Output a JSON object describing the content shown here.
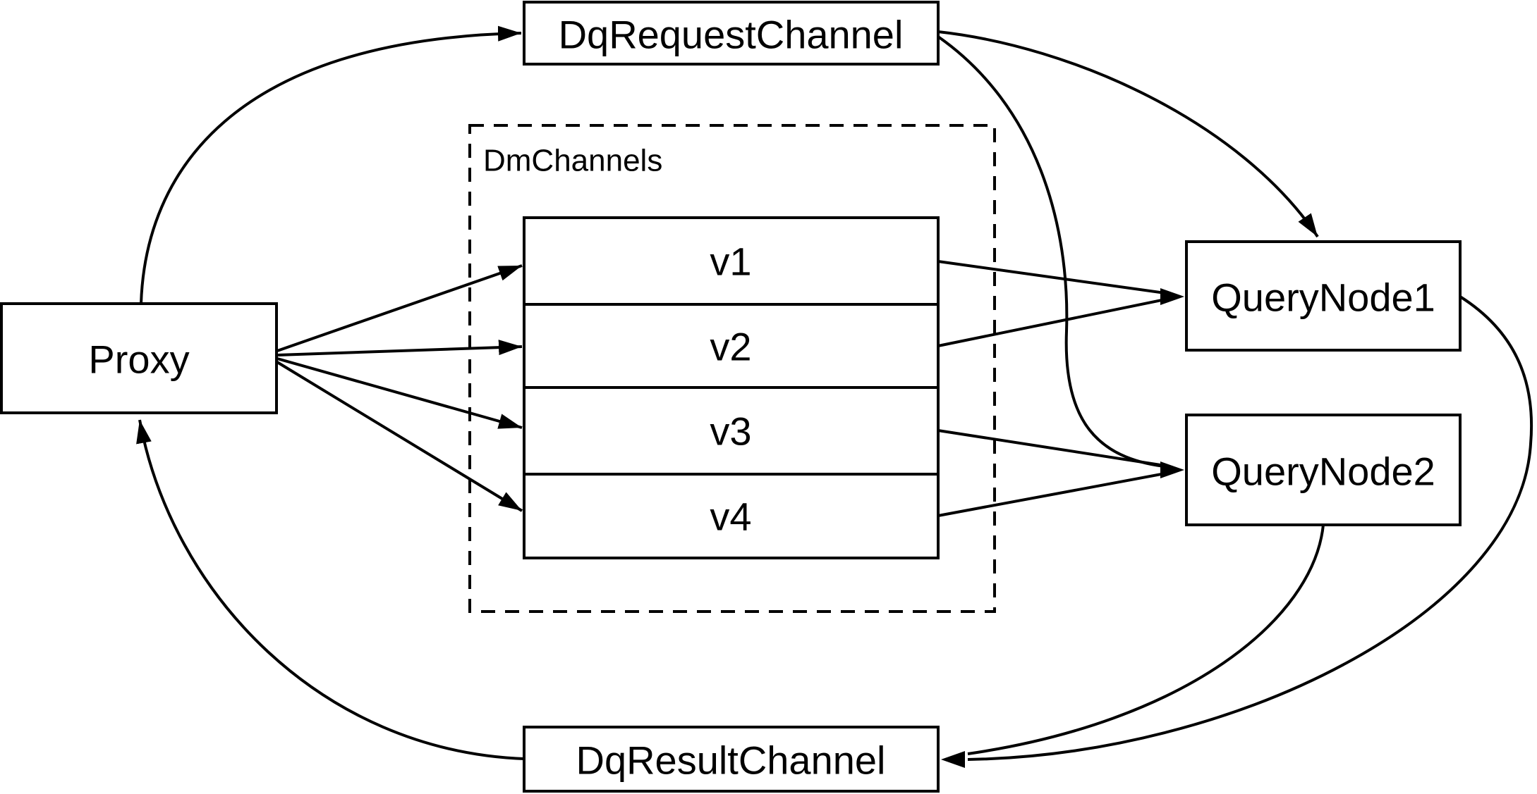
{
  "diagram": {
    "background_color": "#ffffff",
    "ink_color": "#000000",
    "nodes": {
      "proxy": {
        "label": "Proxy"
      },
      "dq_request_channel": {
        "label": "DqRequestChannel"
      },
      "dm_channels_group": {
        "label": "DmChannels"
      },
      "v1": {
        "label": "v1"
      },
      "v2": {
        "label": "v2"
      },
      "v3": {
        "label": "v3"
      },
      "v4": {
        "label": "v4"
      },
      "query_node1": {
        "label": "QueryNode1"
      },
      "query_node2": {
        "label": "QueryNode2"
      },
      "dq_result_channel": {
        "label": "DqResultChannel"
      }
    },
    "edges": [
      {
        "from": "Proxy",
        "to": "DqRequestChannel"
      },
      {
        "from": "DqRequestChannel",
        "to": "QueryNode1"
      },
      {
        "from": "DqRequestChannel",
        "to": "QueryNode2"
      },
      {
        "from": "Proxy",
        "to": "v1"
      },
      {
        "from": "Proxy",
        "to": "v2"
      },
      {
        "from": "Proxy",
        "to": "v3"
      },
      {
        "from": "Proxy",
        "to": "v4"
      },
      {
        "from": "v1",
        "to": "QueryNode1"
      },
      {
        "from": "v2",
        "to": "QueryNode1"
      },
      {
        "from": "v3",
        "to": "QueryNode2"
      },
      {
        "from": "v4",
        "to": "QueryNode2"
      },
      {
        "from": "QueryNode1",
        "to": "DqResultChannel"
      },
      {
        "from": "QueryNode2",
        "to": "DqResultChannel"
      },
      {
        "from": "DqResultChannel",
        "to": "Proxy"
      }
    ]
  }
}
